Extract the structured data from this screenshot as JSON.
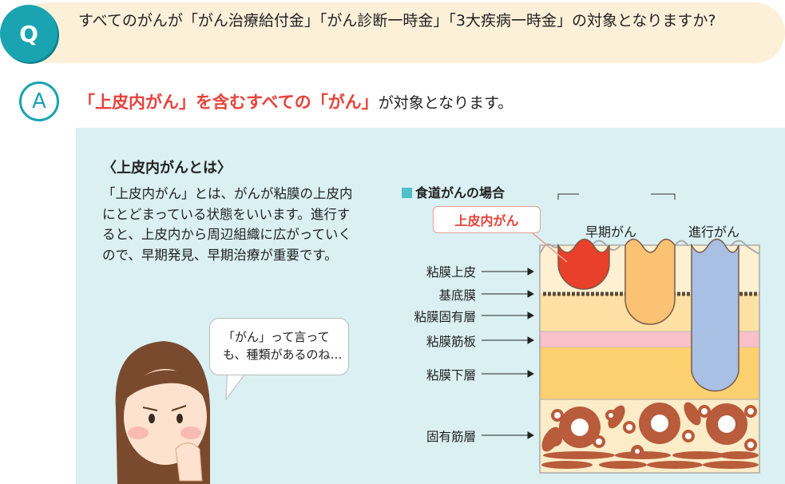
{
  "question": {
    "badge": "Q",
    "text": "すべてのがんが「がん治療給付金」「がん診断一時金」「3大疾病一時金」の対象となりますか?"
  },
  "answer": {
    "badge": "A",
    "highlight": "「上皮内がん」を含むすべての「がん」",
    "rest": "が対象となります。"
  },
  "explanation": {
    "heading": "〈上皮内がんとは〉",
    "body": "「上皮内がん」とは、がんが粘膜の上皮内にとどまっている状態をいいます。進行すると、上皮内から周辺組織に広がっていくので、早期発見、早期治療が重要です。",
    "speech": "「がん」って言っても、種類があるのね…"
  },
  "diagram": {
    "legend": "食道がんの場合",
    "callout": "上皮内がん",
    "early_label": "早期がん",
    "advanced_label": "進行がん",
    "layers": [
      "粘膜上皮",
      "基底膜",
      "粘膜固有層",
      "粘膜筋板",
      "粘膜下層",
      "固有筋層"
    ],
    "colors": {
      "epithelium": "#fff0d2",
      "lamina": "#fde0a4",
      "mm": "#f8c0c8",
      "submucosa": "#fdd070",
      "muscle": "#fdecc8",
      "muscle_fiber": "#b85c3c",
      "intraepithelial": "#e8402a",
      "early": "#fcc274",
      "advanced": "#a8c0e4"
    }
  }
}
